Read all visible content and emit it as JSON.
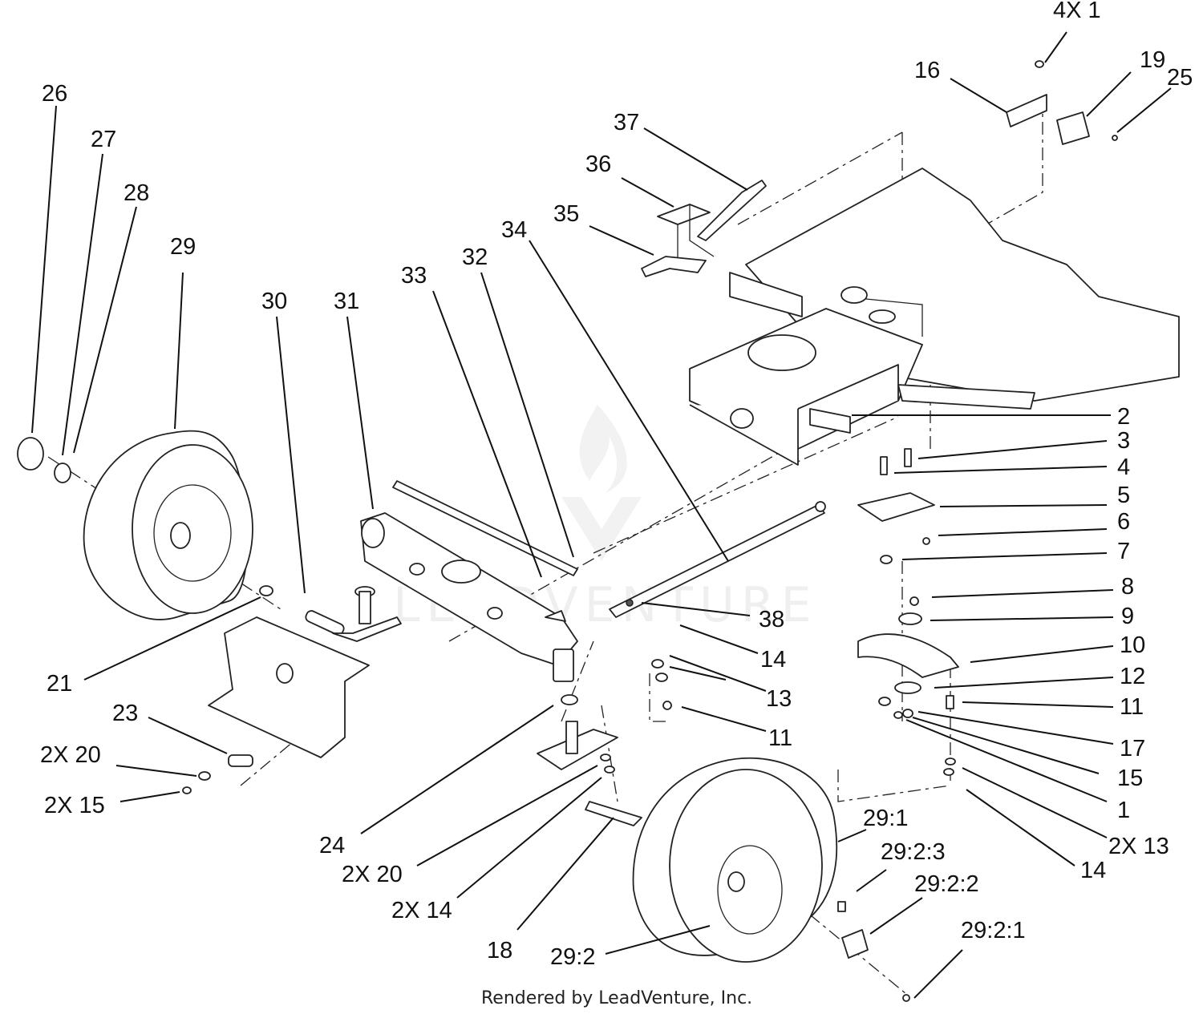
{
  "diagram": {
    "callouts": {
      "c26": "26",
      "c27": "27",
      "c28": "28",
      "c29": "29",
      "c30": "30",
      "c31": "31",
      "c33": "33",
      "c32": "32",
      "c34": "34",
      "c35": "35",
      "c36": "36",
      "c37": "37",
      "c16": "16",
      "c4x1": "4X 1",
      "c19": "19",
      "c25": "25",
      "c2": "2",
      "c3": "3",
      "c4": "4",
      "c5": "5",
      "c6": "6",
      "c7": "7",
      "c8": "8",
      "c9": "9",
      "c10": "10",
      "c12": "12",
      "c11r": "11",
      "c17": "17",
      "c15r": "15",
      "c1": "1",
      "c2x13": "2X 13",
      "c14r": "14",
      "c38": "38",
      "c14m": "14",
      "c13m": "13",
      "c11m": "11",
      "c21": "21",
      "c23": "23",
      "c2x20l": "2X 20",
      "c2x15": "2X 15",
      "c24": "24",
      "c2x20m": "2X 20",
      "c2x14": "2X 14",
      "c18": "18",
      "c29_1": "29:1",
      "c29_2_3": "29:2:3",
      "c29_2_2": "29:2:2",
      "c29_2_1": "29:2:1",
      "c29_2": "29:2"
    },
    "footer": "Rendered by LeadVenture, Inc.",
    "watermark": "LEADVENTURE"
  }
}
